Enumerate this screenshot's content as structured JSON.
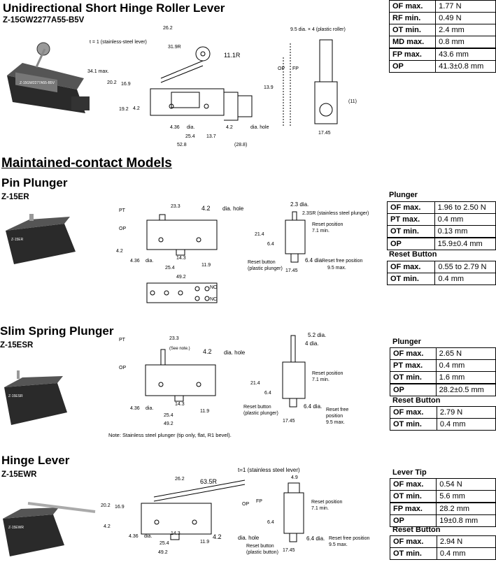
{
  "sec1": {
    "title": "Unidirectional Short Hinge Roller Lever",
    "model": "Z-15GW2277A55-B5V",
    "labels": {
      "a": "26.2",
      "b": "9.5 dia. × 4 (plastic roller)",
      "c": "t = 1 (stainless-steel lever)",
      "d": "31.9R",
      "e": "11.1R",
      "f": "34.1 max.",
      "g": "20.2",
      "h": "16.9",
      "i": "13.9",
      "j": "OP",
      "k": "FP",
      "l": "19.2",
      "m": "4.2",
      "n": "4.36",
      "o": "dia.",
      "p": "4.2",
      "q": "dia. hole",
      "r": "25.4",
      "s": "13.7",
      "t": "52.8",
      "u": "(28.8)",
      "v": "(11)",
      "w": "17.45"
    },
    "table": [
      {
        "k": "OF max.",
        "v": "1.77 N"
      },
      {
        "k": "RF min.",
        "v": "0.49 N"
      },
      {
        "k": "OT min.",
        "v": "2.4 mm"
      },
      {
        "k": "MD max.",
        "v": "0.8 mm"
      },
      {
        "k": "FP max.",
        "v": "43.6 mm"
      },
      {
        "k": "OP",
        "v": "41.3±0.8 mm"
      }
    ]
  },
  "section_title": "Maintained-contact Models",
  "sec2": {
    "title": "Pin Plunger",
    "model": "Z-15ER",
    "labels": {
      "a": "PT",
      "b": "OP",
      "c": "23.3",
      "d": "4.2",
      "e": "dia. hole",
      "f": "4.2",
      "g": "4.36",
      "h": "dia.",
      "i": "14.3",
      "j": "25.4",
      "k": "11.9",
      "l": "49.2",
      "m": "2.3 dia.",
      "n": "2.3SR (stainless steel plunger)",
      "o": "21.4",
      "p": "6.4",
      "q": "Reset position",
      "r": "7.1 min.",
      "s": "6.4 dia.",
      "t": "Reset free position",
      "u": "9.5 max.",
      "v": "Reset button",
      "w": "(plastic plunger)",
      "x": "17.45",
      "y": "NO",
      "z": "NC"
    },
    "table_title1": "Plunger",
    "table1": [
      {
        "k": "OF max.",
        "v": "1.96 to 2.50 N"
      },
      {
        "k": "PT max.",
        "v": "0.4 mm"
      },
      {
        "k": "OT min.",
        "v": "0.13 mm"
      },
      {
        "k": "OP",
        "v": "15.9±0.4 mm"
      }
    ],
    "table_title2": "Reset Button",
    "table2": [
      {
        "k": "OF max.",
        "v": "0.55 to 2.79 N"
      },
      {
        "k": "OT min.",
        "v": "0.4 mm"
      }
    ]
  },
  "sec3": {
    "title": "Slim Spring Plunger",
    "model": "Z-15ESR",
    "labels": {
      "a": "PT",
      "b": "OP",
      "c": "23.3",
      "d": "(See note.)",
      "e": "4.2",
      "f": "dia. hole",
      "g": "4.36",
      "h": "dia.",
      "i": "14.3",
      "j": "25.4",
      "k": "11.9",
      "l": "49.2",
      "m": "5.2 dia.",
      "n": "4 dia.",
      "o": "21.4",
      "p": "6.4",
      "q": "Reset position",
      "r": "7.1 min.",
      "s": "6.4 dia.",
      "t": "Reset free",
      "u": "position",
      "v": "9.5 max.",
      "w": "Reset button",
      "x": "(plastic plunger)",
      "y": "17.45"
    },
    "note": "Note: Stainless steel plunger (tip only, flat, R1 bevel).",
    "table_title1": "Plunger",
    "table1": [
      {
        "k": "OF max.",
        "v": "2.65 N"
      },
      {
        "k": "PT max.",
        "v": "0.4 mm"
      },
      {
        "k": "OT min.",
        "v": "1.6 mm"
      },
      {
        "k": "OP",
        "v": "28.2±0.5 mm"
      }
    ],
    "table_title2": "Reset Button",
    "table2": [
      {
        "k": "OF max.",
        "v": "2.79 N"
      },
      {
        "k": "OT min.",
        "v": "0.4 mm"
      }
    ]
  },
  "sec4": {
    "title": "Hinge Lever",
    "model": "Z-15EWR",
    "labels": {
      "a": "t=1 (stainless steel lever)",
      "b": "26.2",
      "c": "63.5R",
      "d": "20.2",
      "e": "16.9",
      "f": "OP",
      "g": "FP",
      "h": "4.2",
      "i": "4.36",
      "j": "dia.",
      "k": "14.3",
      "l": "25.4",
      "m": "11.9",
      "n": "49.2",
      "o": "4.2",
      "p": "dia. hole",
      "q": "4.9",
      "r": "Reset position",
      "s": "7.1 min.",
      "t": "6.4",
      "u": "6.4 dia.",
      "v": "Reset free position",
      "w": "9.5 max.",
      "x": "Reset button",
      "y": "(plastic button)",
      "z": "17.45"
    },
    "table_title1": "Lever Tip",
    "table1": [
      {
        "k": "OF max.",
        "v": "0.54 N"
      },
      {
        "k": "OT min.",
        "v": "5.6 mm"
      },
      {
        "k": "FP max.",
        "v": "28.2 mm"
      },
      {
        "k": "OP",
        "v": "19±0.8 mm"
      }
    ],
    "table_title2": "Reset Button",
    "table2": [
      {
        "k": "OF max.",
        "v": "2.94 N"
      },
      {
        "k": "OT min.",
        "v": "0.4 mm"
      }
    ]
  }
}
